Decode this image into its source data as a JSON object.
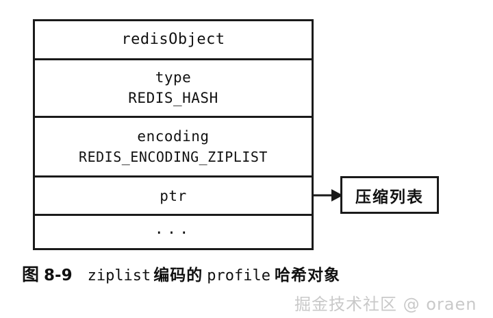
{
  "figure": {
    "struct": {
      "header_label": "redisObject",
      "rows": [
        {
          "name": "type",
          "value": "REDIS_HASH"
        },
        {
          "name": "encoding",
          "value": "REDIS_ENCODING_ZIPLIST"
        },
        {
          "name": "ptr",
          "value": ""
        },
        {
          "name": "...",
          "value": ""
        }
      ]
    },
    "target_box": {
      "label": "压缩列表"
    },
    "arrow": {
      "icon": "arrow-right-icon"
    },
    "caption": {
      "figure_word": "图",
      "number": "8-9",
      "mono_1": "ziplist",
      "cn_1": "编码的",
      "mono_2": "profile",
      "cn_2": "哈希对象",
      "full_text": "图 8-9  ziplist 编码的 profile 哈希对象"
    },
    "watermark": {
      "text": "掘金技术社区 @ oraen"
    }
  },
  "colors": {
    "background": "#ffffff",
    "stroke": "#1a1a1a",
    "text": "#111111",
    "watermark": "#c9c9c9"
  }
}
